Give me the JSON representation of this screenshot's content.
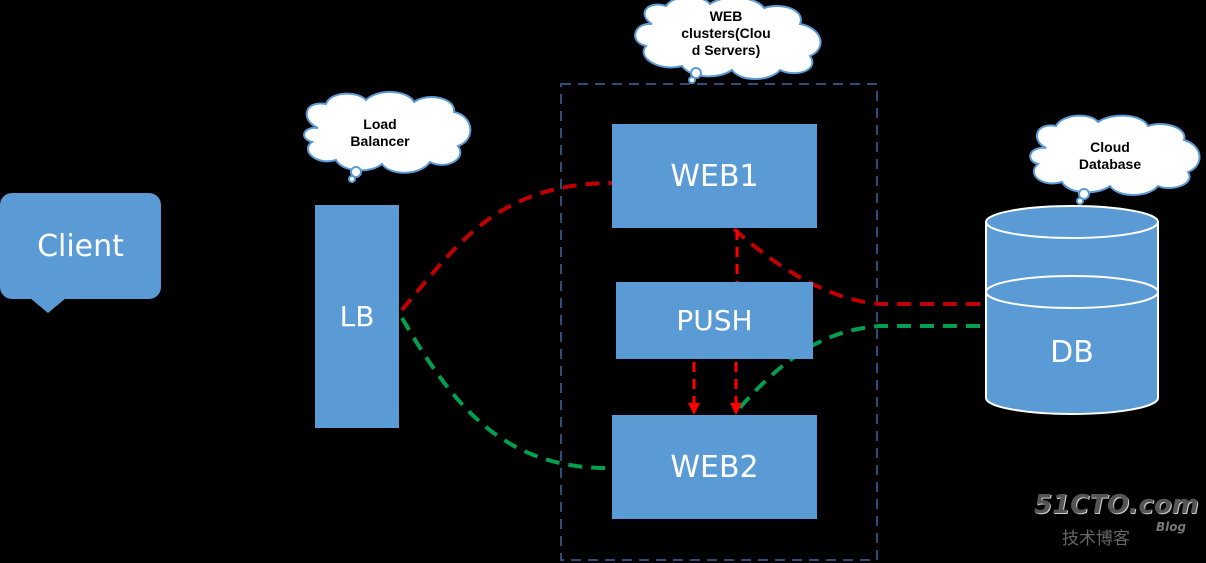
{
  "nodes": {
    "client": "Client",
    "lb": "LB",
    "web1": "WEB1",
    "push": "PUSH",
    "web2": "WEB2",
    "db": "DB"
  },
  "callouts": {
    "load_balancer": [
      "Load",
      "Balancer"
    ],
    "web_clusters": [
      "WEB",
      "clusters(Clou",
      "d Servers)"
    ],
    "cloud_database": [
      "Cloud",
      "Database"
    ]
  },
  "colors": {
    "node_fill": "#5b9bd5",
    "red_path": "#c00000",
    "green_path": "#00a050",
    "push_arrow": "#ff0000",
    "cluster_border": "#2e4d7a"
  },
  "watermark": {
    "main": "51CTO.com",
    "sub": "技术博客",
    "blog": "Blog"
  }
}
